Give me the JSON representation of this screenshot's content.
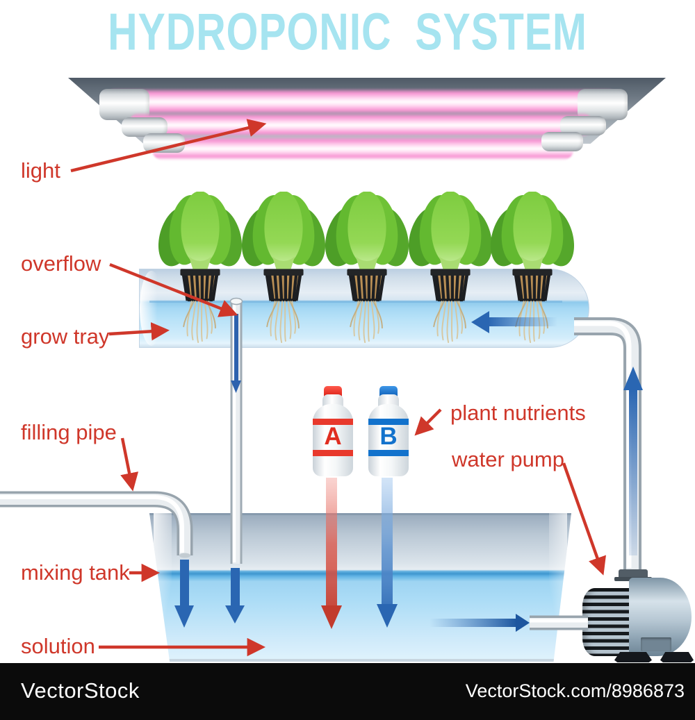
{
  "title": "HYDROPONIC SYSTEM",
  "labels": {
    "light": "light",
    "overflow": "overflow",
    "grow_tray": "grow tray",
    "filling_pipe": "filling pipe",
    "mixing_tank": "mixing tank",
    "solution": "solution",
    "plant_nutrients": "plant nutrients",
    "water_pump": "water pump"
  },
  "bottles": [
    {
      "letter": "A",
      "accent": "#e8392c"
    },
    {
      "letter": "B",
      "accent": "#1272cc"
    }
  ],
  "watermark": {
    "left": "VectorStock",
    "right": "VectorStock.com/8986873"
  },
  "colors": {
    "title_cyan": "#a6e4f0",
    "label_red": "#cf372a",
    "arrow_blue": "#2a66b2",
    "stream_red": "#c23b2d",
    "tray_water": "#a5d8f4",
    "tank_waterline": "#3f97cf",
    "lamp_glow_pink": "#f794d2",
    "pump_gray": "#9fb4c4",
    "bar_black": "#0b0b0b"
  }
}
